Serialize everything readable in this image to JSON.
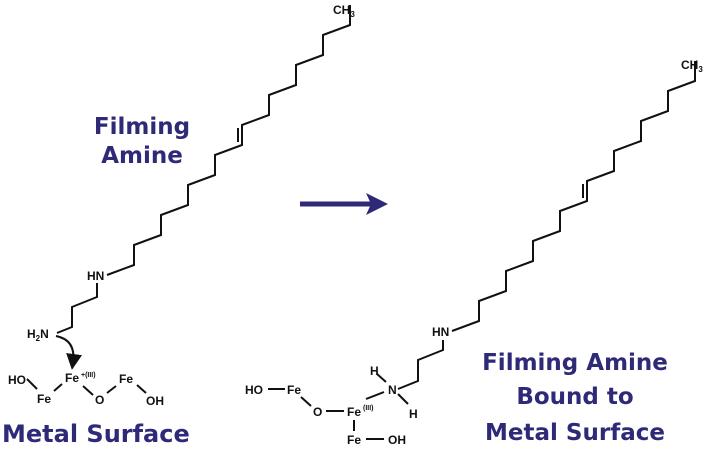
{
  "colors": {
    "label": "#2e2a78",
    "arrow": "#2e2a78",
    "bond": "#111111",
    "background": "#ffffff"
  },
  "left_panel": {
    "title_line1": "Filming",
    "title_line2": "Amine",
    "surface_label": "Metal Surface",
    "atoms": {
      "terminal_methyl": "CH",
      "terminal_methyl_sub": "3",
      "secondary_amine": "HN",
      "primary_amine_h": "H",
      "primary_amine_sub": "2",
      "primary_amine_n": "N",
      "fe_left": "Fe",
      "ho_left": "HO",
      "fe_center": "Fe",
      "fe_center_charge": "+(III)",
      "oxygen": "O",
      "fe_right": "Fe",
      "oh_right": "OH"
    }
  },
  "reaction_arrow": {
    "icon": "right-arrow-icon"
  },
  "right_panel": {
    "title_line1": "Filming Amine",
    "title_line2": "Bound to",
    "title_line3": "Metal Surface",
    "atoms": {
      "terminal_methyl": "CH",
      "terminal_methyl_sub": "3",
      "secondary_amine": "HN",
      "amine_n": "N",
      "amine_h_top": "H",
      "amine_h_bottom": "H",
      "ho_left": "HO",
      "fe_left": "Fe",
      "oxygen": "O",
      "fe_center": "Fe",
      "fe_center_charge": "(III)",
      "fe_bottom": "Fe",
      "oh_bottom": "OH"
    }
  }
}
